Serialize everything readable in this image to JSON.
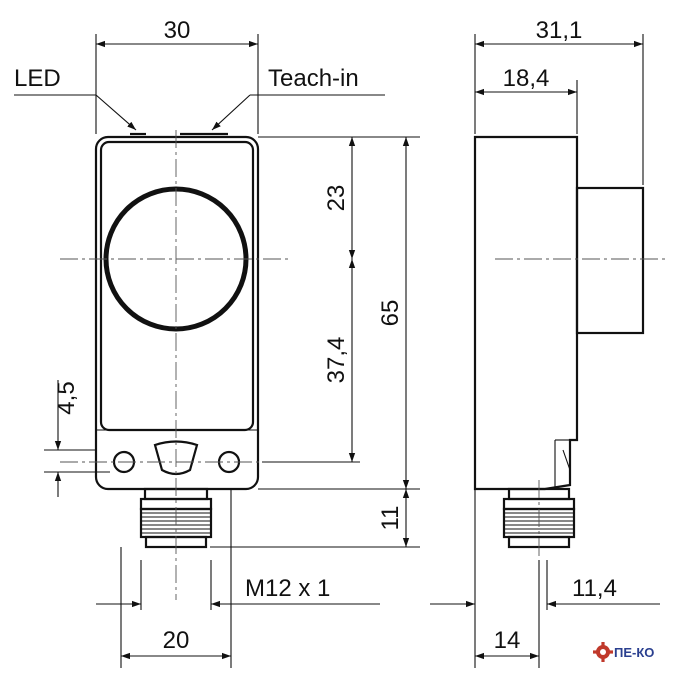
{
  "diagram": {
    "front_view": {
      "width_label": "30",
      "led_label": "LED",
      "teach_label": "Teach-in",
      "dim_23": "23",
      "dim_37_4": "37,4",
      "dim_65": "65",
      "dim_4_5": "4,5",
      "dim_11": "11",
      "thread_label": "M12 x 1",
      "dim_20": "20"
    },
    "side_view": {
      "dim_31_1": "31,1",
      "dim_18_4": "18,4",
      "dim_11_4": "11,4",
      "dim_14": "14"
    },
    "logo": {
      "text": "ПЕ-КО",
      "gear_color": "#c0392b",
      "text_color": "#2a3f8f"
    }
  }
}
